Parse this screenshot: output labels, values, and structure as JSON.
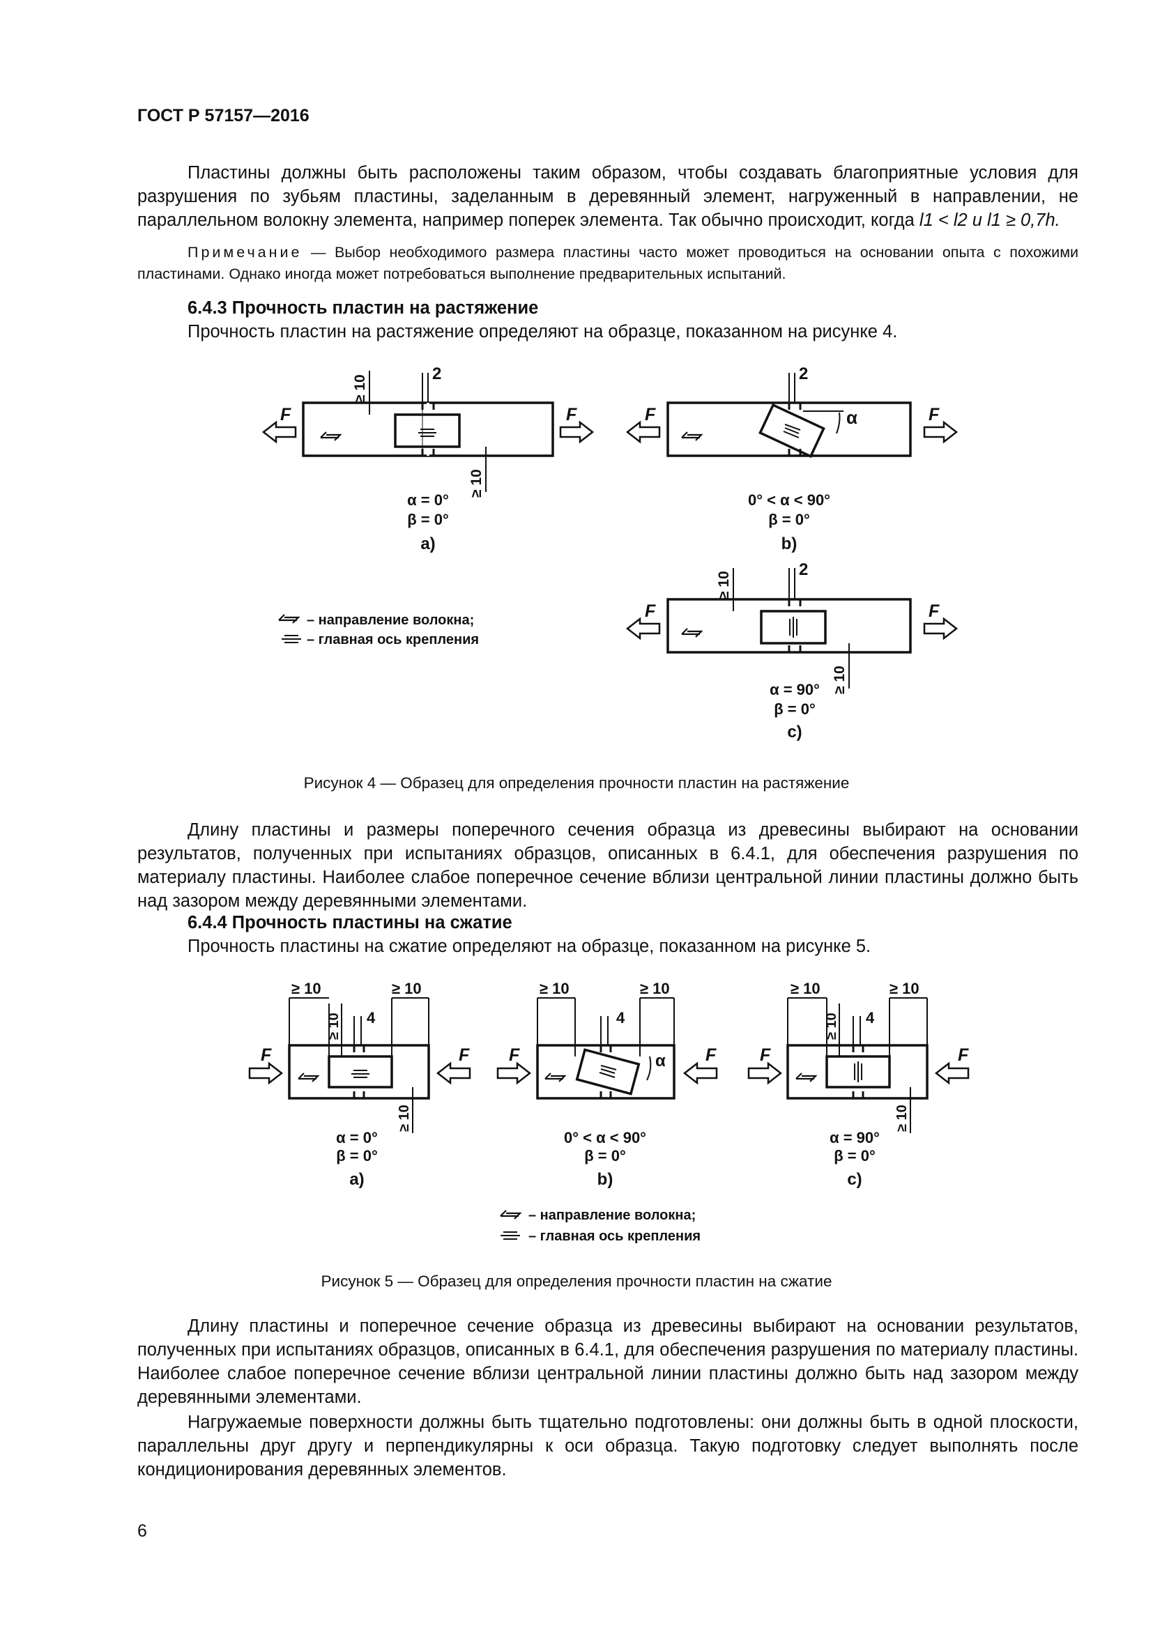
{
  "header": "ГОСТ Р 57157—2016",
  "p1": "Пластины должны быть расположены таким образом, чтобы создавать благоприятные условия для разрушения по зубьям пластины, заделанным в деревянный элемент, нагруженный в направлении, не параллельном волокну элемента, например поперек элемента. Так обычно происходит, когда",
  "p1_formula": "l1 < l2 и l1 ≥ 0,7h.",
  "note_label": "Примечание",
  "note_text": "— Выбор необходимого размера пластины часто может проводиться на основании опыта с похожими пластинами. Однако иногда может потребоваться выполнение предварительных испытаний.",
  "sec_643": "6.4.3 Прочность пластин на растяжение",
  "p_643": "Прочность пластин на растяжение определяют на образце, показанном на рисунке 4.",
  "fig4": {
    "force": "F",
    "dim_ge10": "≥ 10",
    "dim_2": "2",
    "alpha": "α",
    "a_line1": "α = 0°",
    "a_line2": "β = 0°",
    "a_label": "a)",
    "b_line1": "0° < α < 90°",
    "b_line2": "β = 0°",
    "b_label": "b)",
    "c_line1": "α = 90°",
    "c_line2": "β = 0°",
    "c_label": "c)",
    "legend1": "– направление волокна;",
    "legend2": "– главная ось крепления",
    "caption": "Рисунок 4 — Образец для определения прочности пластин на растяжение"
  },
  "p_after4": "Длину пластины и размеры поперечного сечения образца из древесины выбирают на основании результатов, полученных при испытаниях образцов, описанных в 6.4.1, для обеспечения разрушения по материалу пластины. Наиболее слабое поперечное сечение вблизи центральной линии пластины должно быть над зазором между деревянными элементами.",
  "sec_644": "6.4.4 Прочность пластины на сжатие",
  "p_644": "Прочность пластины на сжатие определяют на образце, показанном на рисунке 5.",
  "fig5": {
    "force": "F",
    "dim_ge10": "≥ 10",
    "dim_4": "4",
    "alpha": "α",
    "a_line1": "α = 0°",
    "a_line2": "β = 0°",
    "a_label": "a)",
    "b_line1": "0° < α < 90°",
    "b_line2": "β = 0°",
    "b_label": "b)",
    "c_line1": "α = 90°",
    "c_line2": "β = 0°",
    "c_label": "c)",
    "legend1": "– направление волокна;",
    "legend2": "– главная ось крепления",
    "caption": "Рисунок 5 — Образец для определения прочности пластин на сжатие"
  },
  "p_after5a": "Длину пластины и поперечное сечение образца из древесины выбирают на основании результатов, полученных при испытаниях образцов, описанных в 6.4.1, для обеспечения разрушения по материалу пластины. Наиболее слабое поперечное сечение вблизи центральной линии пластины должно быть над зазором между деревянными элементами.",
  "p_after5b": "Нагружаемые поверхности должны быть тщательно подготовлены: они должны быть в одной плоскости, параллельны друг другу и перпендикулярны к оси образца. Такую подготовку следует выполнять после кондиционирования деревянных элементов.",
  "page_number": "6"
}
